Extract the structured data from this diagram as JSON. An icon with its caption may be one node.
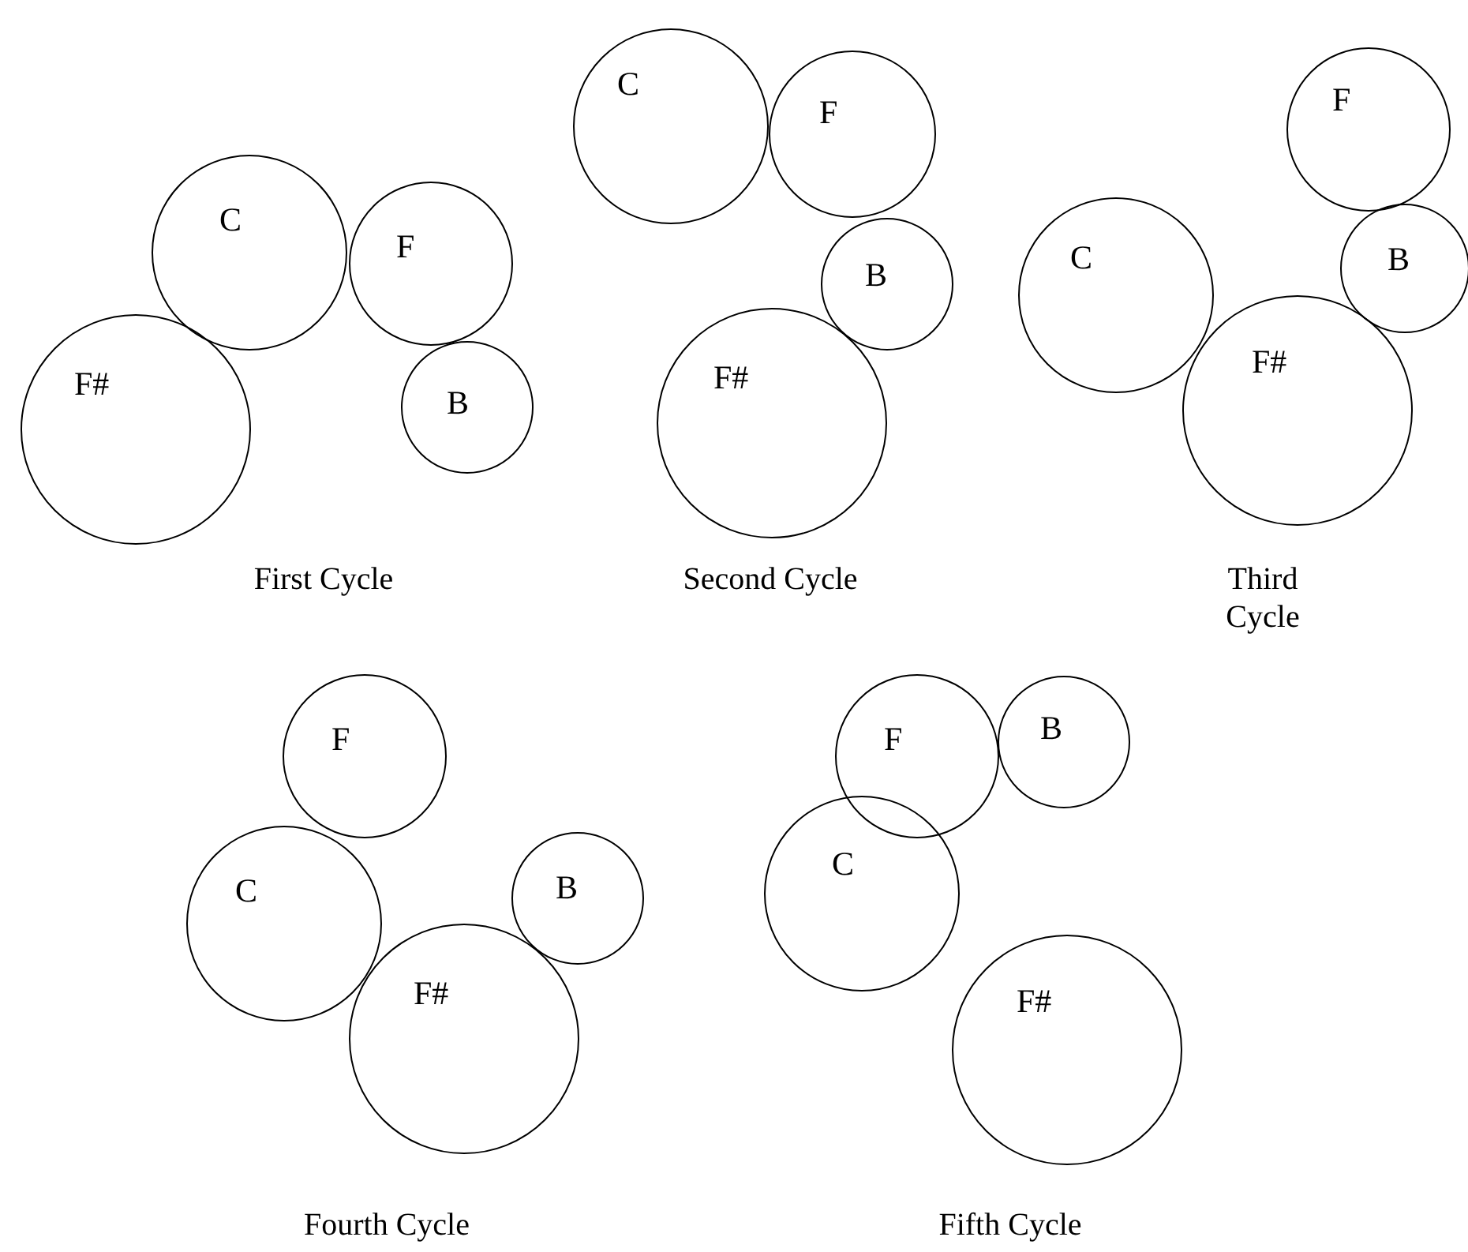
{
  "diagram": {
    "nodes": [
      {
        "text": [
          "C"
        ]
      },
      {
        "text": [
          "F"
        ]
      },
      {
        "text": [
          "F#"
        ]
      },
      {
        "text": [
          "B"
        ]
      },
      {
        "text": [
          "C"
        ]
      },
      {
        "text": [
          "F"
        ]
      },
      {
        "text": [
          "B"
        ]
      },
      {
        "text": [
          "F#"
        ]
      },
      {
        "text": [
          "F"
        ]
      },
      {
        "text": [
          "C"
        ]
      },
      {
        "text": [
          "B"
        ]
      },
      {
        "text": [
          "F#"
        ]
      },
      {
        "text": [
          "F"
        ]
      },
      {
        "text": [
          "C"
        ]
      },
      {
        "text": [
          "B"
        ]
      },
      {
        "text": [
          "F#"
        ]
      },
      {
        "text": [
          "F"
        ]
      },
      {
        "text": [
          "B"
        ]
      },
      {
        "text": [
          "C"
        ]
      },
      {
        "text": [
          "F#"
        ]
      }
    ],
    "labels": [
      "First Cycle",
      "Second Cycle",
      "Third Cycle",
      "Fourth Cycle",
      "Fifth Cycle"
    ]
  }
}
